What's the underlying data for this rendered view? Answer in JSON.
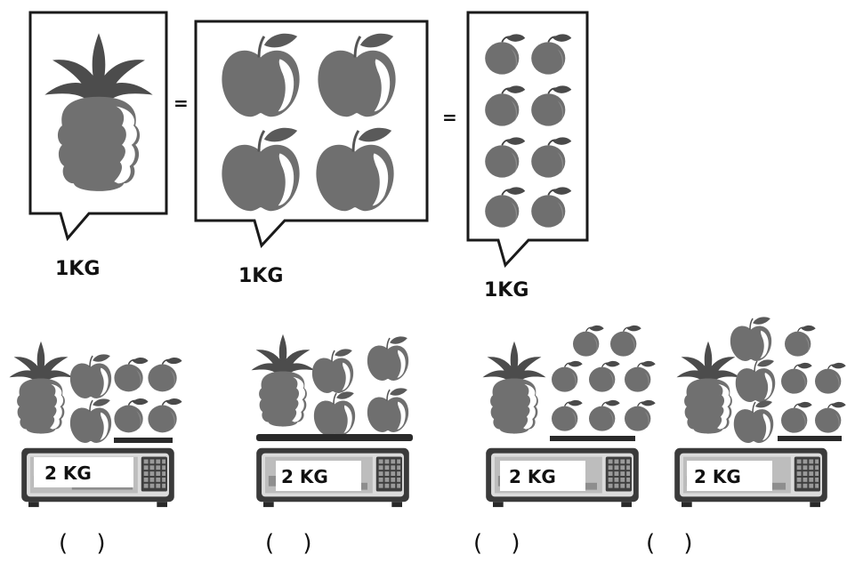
{
  "reference": {
    "pineapple_label": "1KG",
    "apples_label": "1KG",
    "lemons_label": "1KG",
    "equals_1": "=",
    "equals_2": "="
  },
  "scales": [
    {
      "display": "2 KG",
      "answer": "(   )"
    },
    {
      "display": "2 KG",
      "answer": "(   )"
    },
    {
      "display": "2 KG",
      "answer": "(   )"
    },
    {
      "display": "2 KG",
      "answer": "(   )"
    }
  ]
}
